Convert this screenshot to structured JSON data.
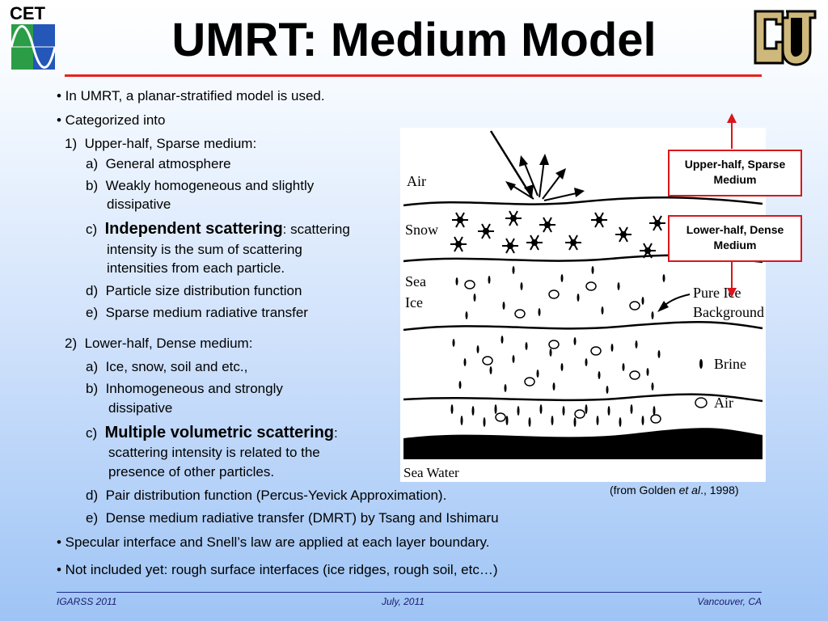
{
  "logos": {
    "left_text": "CET"
  },
  "title": "UMRT: Medium Model",
  "body": {
    "b1": "• In UMRT, a planar-stratified model is used.",
    "b2": "• Categorized into",
    "s1": {
      "num": "1)",
      "label": "Upper-half, Sparse medium:"
    },
    "s1a": {
      "letter": "a)",
      "text": "General atmosphere"
    },
    "s1b": {
      "letter": "b)",
      "line1": "Weakly homogeneous and slightly",
      "line2": "dissipative"
    },
    "s1c": {
      "letter": "c)",
      "bold": "Independent scattering",
      "rest": ": scattering",
      "line2": "intensity is the sum of scattering",
      "line3": "intensities from each particle."
    },
    "s1d": {
      "letter": "d)",
      "text": "Particle size distribution function"
    },
    "s1e": {
      "letter": "e)",
      "text": "Sparse medium radiative transfer"
    },
    "s2": {
      "num": "2)",
      "label": "Lower-half, Dense medium:"
    },
    "s2a": {
      "letter": "a)",
      "text": "Ice, snow, soil and etc.,"
    },
    "s2b": {
      "letter": "b)",
      "line1": "Inhomogeneous and strongly",
      "line2": "dissipative"
    },
    "s2c": {
      "letter": "c)",
      "bold": "Multiple volumetric scattering",
      "rest": ":",
      "line2": "scattering intensity is related to the",
      "line3": "presence of other particles."
    },
    "s2d": {
      "letter": "d)",
      "text": "Pair distribution function (Percus-Yevick Approximation)."
    },
    "s2e": {
      "letter": "e)",
      "text": "Dense medium radiative transfer (DMRT) by Tsang and Ishimaru"
    },
    "b3": "• Specular interface and Snell’s law are applied at each layer boundary.",
    "b4": "• Not included yet: rough surface interfaces (ice ridges, rough soil, etc…)"
  },
  "diagram": {
    "labels": {
      "air": "Air",
      "snow": "Snow",
      "sea": "Sea",
      "ice": "Ice",
      "pure1": "Pure Ice",
      "pure2": "Background",
      "brine": "Brine",
      "air_legend": "Air",
      "sea_water": "Sea Water"
    }
  },
  "callouts": {
    "upper": {
      "line1": "Upper-half, Sparse",
      "line2": "Medium"
    },
    "lower": {
      "line1": "Lower-half, Dense",
      "line2": "Medium"
    }
  },
  "caption": {
    "pre": "(from Golden ",
    "ital": "et al",
    "post": "., 1998)"
  },
  "footer": {
    "left": "IGARSS 2011",
    "center": "July, 2011",
    "right": "Vancouver, CA"
  },
  "colors": {
    "accent": "#e8201f",
    "footer_text": "#1b1b6b",
    "cet_green": "#1f9b3c",
    "cet_blue": "#1a3d9c",
    "cu_gold": "#cfb87c"
  }
}
